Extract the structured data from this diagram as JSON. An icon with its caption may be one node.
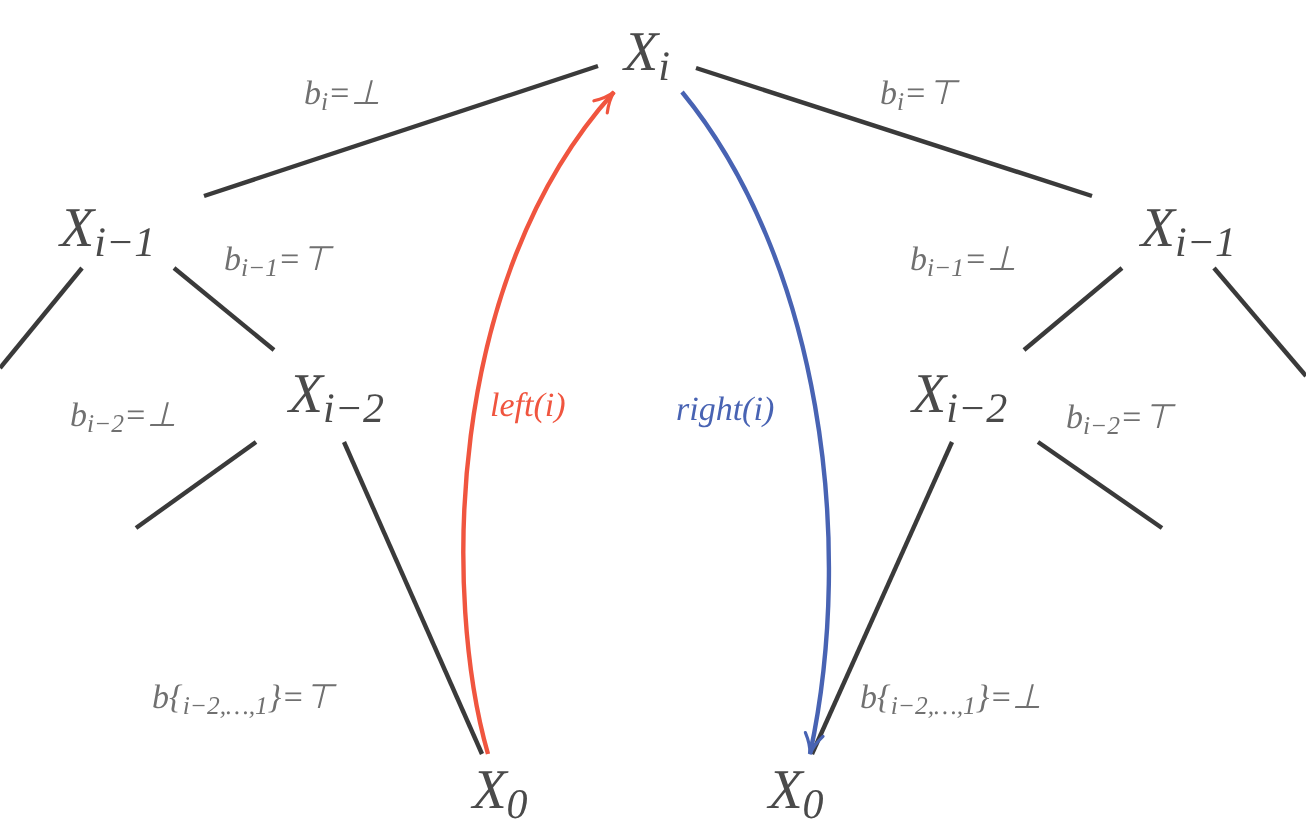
{
  "diagram": {
    "nodes": [
      {
        "text": [
          "X$_{i}$"
        ]
      },
      {
        "text": [
          "X$_{i−1}$"
        ]
      },
      {
        "text": [
          "X$_{i−2}$"
        ]
      },
      {
        "text": [
          "X$_{0}$"
        ]
      },
      {
        "text": [
          "X$_{i−1}$"
        ]
      },
      {
        "text": [
          "X$_{i−2}$"
        ]
      },
      {
        "text": [
          "X$_{0}$"
        ]
      }
    ],
    "edges": [
      {
        "from": 0,
        "to": 1,
        "arrow": "none",
        "label": "b$_{i}$=⊥"
      },
      {
        "from": 0,
        "to": 4,
        "arrow": "none",
        "label": "b$_{i}$=⊤"
      },
      {
        "from": 1,
        "to": 2,
        "arrow": "none",
        "label": "b$_{i−1}$=⊤"
      },
      {
        "from": 1,
        "to": null,
        "arrow": "none"
      },
      {
        "from": 2,
        "to": null,
        "arrow": "none",
        "label": "b$_{i−2}$=⊥"
      },
      {
        "from": 2,
        "to": 3,
        "arrow": "none",
        "label": "b{$_{i−2,…,1}$}=⊤"
      },
      {
        "from": 4,
        "to": 5,
        "arrow": "none",
        "label": "b$_{i−1}$=⊥"
      },
      {
        "from": 4,
        "to": null,
        "arrow": "none"
      },
      {
        "from": 5,
        "to": null,
        "arrow": "none",
        "label": "b$_{i−2}$=⊤"
      },
      {
        "from": 5,
        "to": 6,
        "arrow": "none",
        "label": "b{$_{i−2,…,1}$}=⊥"
      },
      {
        "from": 3,
        "to": 0,
        "arrow": "to",
        "label": "left(i)",
        "color": "#f0553f"
      },
      {
        "from": 0,
        "to": 6,
        "arrow": "to",
        "label": "right(i)",
        "color": "#4863b3"
      }
    ]
  }
}
